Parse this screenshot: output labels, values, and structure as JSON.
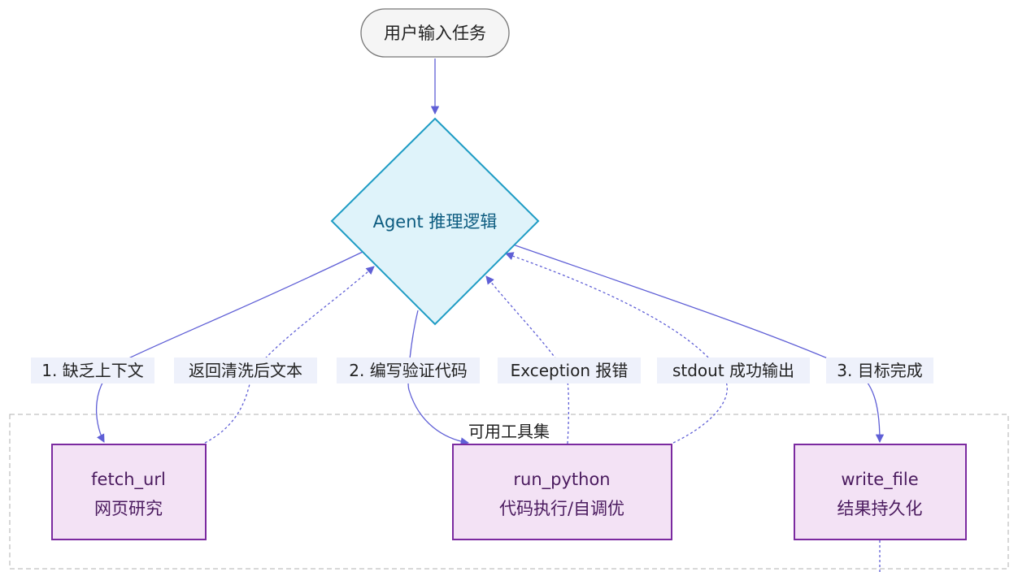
{
  "nodes": {
    "start": {
      "label": "用户输入任务"
    },
    "agent": {
      "label": "Agent 推理逻辑"
    },
    "fetch_url": {
      "line1": "fetch_url",
      "line2": "网页研究"
    },
    "run_python": {
      "line1": "run_python",
      "line2": "代码执行/自调优"
    },
    "write_file": {
      "line1": "write_file",
      "line2": "结果持久化"
    }
  },
  "group": {
    "label": "可用工具集"
  },
  "edges": {
    "e1": "1. 缺乏上下文",
    "e2": "返回清洗后文本",
    "e3": "2. 编写验证代码",
    "e4": "Exception 报错",
    "e5": "stdout 成功输出",
    "e6": "3. 目标完成"
  },
  "colors": {
    "arrow": "#5f5fd6",
    "diamond_fill": "#dff3fa",
    "diamond_stroke": "#1e9cc4",
    "diamond_text": "#0d5c80",
    "tool_fill": "#f3e2f5",
    "tool_stroke": "#7b2aa0",
    "tool_text": "#4a1a5e",
    "label_bg": "#eef1fb",
    "group_border": "#b0b0b0"
  }
}
